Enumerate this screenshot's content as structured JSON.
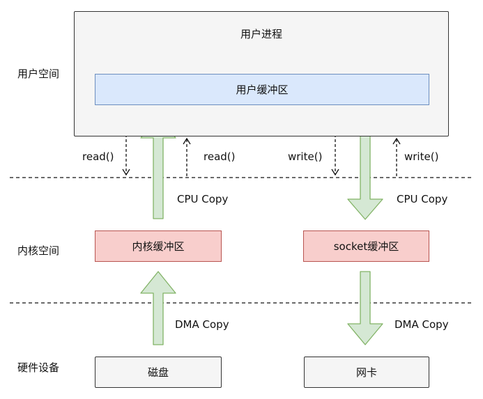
{
  "layers": {
    "user_space": "用户空间",
    "kernel_space": "内核空间",
    "hardware": "硬件设备"
  },
  "boxes": {
    "user_process": "用户进程",
    "user_buffer": "用户缓冲区",
    "kernel_buffer": "内核缓冲区",
    "socket_buffer": "socket缓冲区",
    "disk": "磁盘",
    "nic": "网卡"
  },
  "calls": {
    "read_call": "read()",
    "read_return": "read()",
    "write_call": "write()",
    "write_return": "write()"
  },
  "copies": {
    "cpu_copy_left": "CPU Copy",
    "cpu_copy_right": "CPU Copy",
    "dma_copy_left": "DMA Copy",
    "dma_copy_right": "DMA Copy"
  },
  "colors": {
    "process_fill": "#f5f5f5",
    "user_buffer_fill": "#dae8fc",
    "user_buffer_stroke": "#6c8ebf",
    "kernel_fill": "#f8cecc",
    "kernel_stroke": "#b85450",
    "hardware_fill": "#f5f5f5",
    "arrow_fill": "#d5e8d4",
    "arrow_stroke": "#82b366"
  }
}
